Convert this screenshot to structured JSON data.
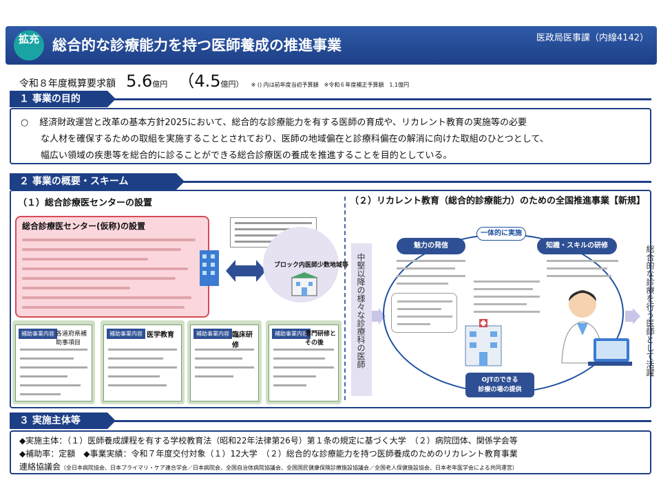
{
  "header": {
    "badge": "拡充",
    "title": "総合的な診療能力を持つ医師養成の推進事業",
    "dept": "医政局医事課（内線4142）"
  },
  "budget": {
    "label": "令和８年度概算要求額",
    "amount": "5.6",
    "amount_unit": "億円",
    "prev": "（4.5",
    "prev_unit": "億円）",
    "note": "※ () 内は前年度当初予算額　※令和６年度補正予算額　1.1億円"
  },
  "sections": {
    "s1": "１ 事業の目的",
    "s2": "２ 事業の概要・スキーム",
    "s3": "３ 実施主体等"
  },
  "purpose": {
    "bullet": "○",
    "line1": "経済財政運営と改革の基本方針2025において、総合的な診療能力を有する医師の育成や、リカレント教育の実施等の必要",
    "line2": "な人材を確保するための取組を実施することとされており、医師の地域偏在と診療科偏在の解消に向けた取組のひとつとして、",
    "line3": "幅広い領域の疾患等を総合的に診ることができる総合診療医の養成を推進することを目的としている。"
  },
  "scheme": {
    "sub1": "（１）総合診療医センターの設置",
    "sub2": "（２）リカレント教育（総合的診療能力）のための全国推進事業【新規】",
    "center_title": "総合診療医センター(仮称)の設置",
    "block_title": "ブロック内医師少数地域等",
    "tag": "補助事業内容",
    "box_titles": [
      "各道府県補助事項目",
      "医学教育",
      "臨床研修",
      "専門研修とその後"
    ],
    "left_vertical": "中堅以降の様々な診療科の医師",
    "right_vertical": "総合的な診療を行う医師として活躍",
    "center_pill": "一体的に実施",
    "pill_left": "魅力の発信",
    "pill_right": "知識・スキルの研修",
    "ojt_line1": "OJTのできる",
    "ojt_line2": "診療の場の提供"
  },
  "implementation": {
    "line1": "◆実施主体：（１）医師養成課程を有する学校教育法（昭和22年法律第26号）第１条の規定に基づく大学　（２）病院団体、関係学会等",
    "line2": "◆補助率：定額　◆事業実績：令和７年度交付対象（１）12大学　（２）総合的な診療能力を持つ医師養成のためのリカレント教育事業",
    "line3": "連絡協議会",
    "line3_small": "（全日本病院協会、日本プライマリ・ケア連合学会／日本病院会、全国自治体病院協議会、全国国民健康保険診療施設協議会／全国老人保健施設協会、日本老年医学会による共同運営）"
  },
  "colors": {
    "navy": "#1d3f86",
    "teal_badge": "#1aa3a3",
    "pink_box": "#fbd7dd",
    "red_border": "#d64a55",
    "lavender": "#e3e1f2"
  }
}
